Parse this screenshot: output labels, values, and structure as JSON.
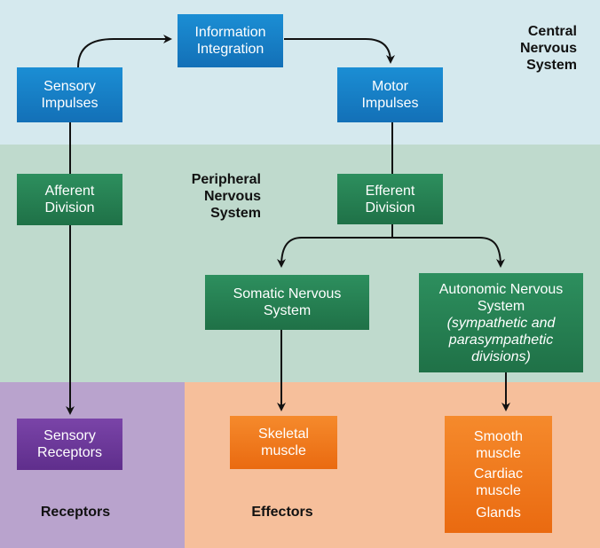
{
  "colors": {
    "cns_band": "#d5e9ee",
    "pns_band": "#bfdacd",
    "receptors_band": "#b9a3cd",
    "effectors_band": "#f6bf9b",
    "blue_box": "#1a7fc8",
    "green_box": "#247b50",
    "purple_box": "#6a3a9a",
    "orange_box": "#ef7a1f",
    "arrow": "#111111"
  },
  "regions": {
    "cns": [
      "Central",
      "Nervous",
      "System"
    ],
    "pns": [
      "Peripheral",
      "Nervous",
      "System"
    ],
    "receptors": "Receptors",
    "effectors": "Effectors"
  },
  "boxes": {
    "information_integration": [
      "Information",
      "Integration"
    ],
    "sensory_impulses": [
      "Sensory",
      "Impulses"
    ],
    "motor_impulses": [
      "Motor",
      "Impulses"
    ],
    "afferent_division": [
      "Afferent",
      "Division"
    ],
    "efferent_division": [
      "Efferent",
      "Division"
    ],
    "somatic_nervous_system": [
      "Somatic Nervous",
      "System"
    ],
    "autonomic_nervous_system": [
      "Autonomic Nervous",
      "System"
    ],
    "autonomic_note": [
      "(sympathetic and",
      "parasympathetic",
      "divisions)"
    ],
    "sensory_receptors": [
      "Sensory",
      "Receptors"
    ],
    "skeletal_muscle": [
      "Skeletal",
      "muscle"
    ],
    "visceral_effectors": [
      "Smooth",
      "muscle",
      "Cardiac",
      "muscle",
      "Glands"
    ]
  }
}
